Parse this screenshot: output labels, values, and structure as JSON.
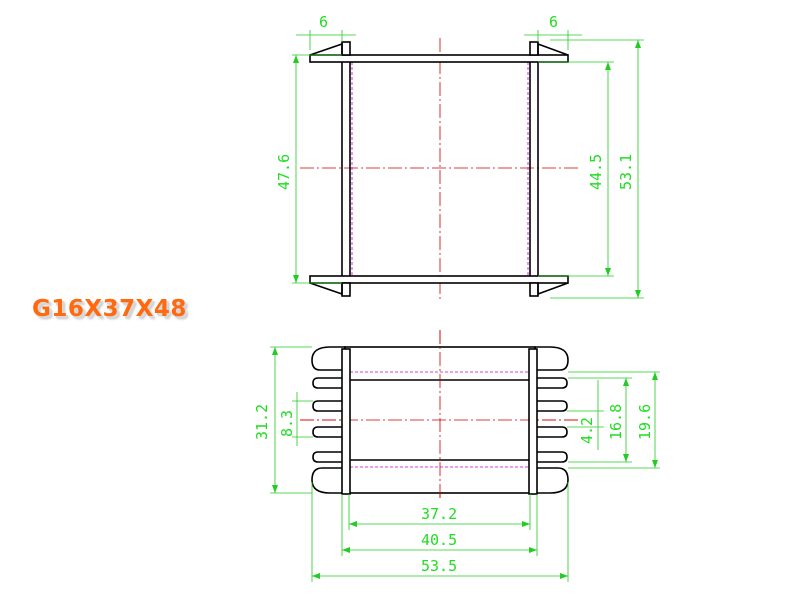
{
  "part_label": "G16X37X48",
  "dimensions": {
    "top_view": {
      "left_flange_width": "6",
      "right_flange_width": "6",
      "inner_height": "47.6",
      "window_height": "44.5",
      "overall_height": "53.1"
    },
    "bottom_view": {
      "overall_height": "31.2",
      "slot_pitch": "8.3",
      "slot_width": "4.2",
      "inner_width": "16.8",
      "outer_width": "19.6",
      "window_length": "37.2",
      "inner_length": "40.5",
      "overall_length": "53.5"
    }
  },
  "colors": {
    "label": "#ff6a10",
    "dimension": "#22dd22",
    "outline": "#000000",
    "centerline": "#cc0000",
    "hidden_line": "#cc00cc"
  }
}
